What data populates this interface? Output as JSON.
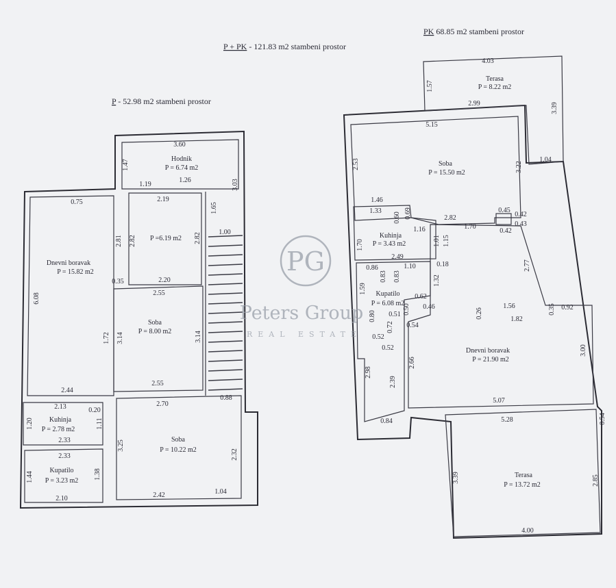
{
  "headers": {
    "total_prefix": "P + PK",
    "total_rest": " - 121.83 m2 stambeni prostor",
    "ground_prefix": "P",
    "ground_rest": " - 52.98 m2 stambeni prostor",
    "upper_prefix": "PK",
    "upper_rest": " 68.85 m2 stambeni prostor"
  },
  "watermark": {
    "logo": "PG",
    "company": "Peters Group",
    "tagline": "REAL ESTATE"
  },
  "ground_floor": {
    "rooms": [
      {
        "name": "Hodnik",
        "area": "P = 6.74 m2"
      },
      {
        "name": "",
        "area": "P =6.19 m2"
      },
      {
        "name": "Dnevni boravak",
        "area": "P = 15.82 m2"
      },
      {
        "name": "Soba",
        "area": "P = 8.00 m2"
      },
      {
        "name": "Kuhinja",
        "area": "P = 2.78 m2"
      },
      {
        "name": "Soba",
        "area": "P = 10.22 m2"
      },
      {
        "name": "Kupatilo",
        "area": "P = 3.23 m2"
      }
    ],
    "dims": [
      "3.60",
      "1.47",
      "1.19",
      "1.26",
      "3.03",
      "1.65",
      "1.00",
      "0.75",
      "2.19",
      "2.81",
      "2.82",
      "2.82",
      "6.08",
      "0.35",
      "2.20",
      "2.55",
      "3.14",
      "3.14",
      "1.72",
      "2.44",
      "2.55",
      "2.13",
      "0.20",
      "2.70",
      "0.88",
      "1.20",
      "1.11",
      "2.33",
      "3.25",
      "2.32",
      "2.33",
      "1.44",
      "1.38",
      "2.10",
      "2.42",
      "1.04"
    ]
  },
  "upper_floor": {
    "rooms": [
      {
        "name": "Terasa",
        "area": "P = 8.22 m2"
      },
      {
        "name": "Soba",
        "area": "P = 15.50 m2"
      },
      {
        "name": "Kuhinja",
        "area": "P = 3.43 m2"
      },
      {
        "name": "Kupatilo",
        "area": "P = 6.08 m2"
      },
      {
        "name": "Dnevni boravak",
        "area": "P = 21.90 m2"
      },
      {
        "name": "Terasa",
        "area": "P = 13.72 m2"
      }
    ],
    "dims": [
      "4.03",
      "1.57",
      "2.99",
      "3.39",
      "5.15",
      "2.53",
      "3.22",
      "1.04",
      "1.46",
      "1.33",
      "0.60",
      "0.69",
      "0.45",
      "0.42",
      "2.82",
      "1.16",
      "1.70",
      "0.43",
      "0.42",
      "1.70",
      "1.01",
      "1.15",
      "2.49",
      "0.86",
      "1.10",
      "0.18",
      "0.83",
      "0.83",
      "2.77",
      "1.59",
      "1.32",
      "0.62",
      "1.56",
      "0.35",
      "0.92",
      "0.50",
      "0.46",
      "0.26",
      "1.82",
      "0.51",
      "0.80",
      "0.54",
      "0.72",
      "0.52",
      "0.52",
      "3.00",
      "2.66",
      "2.98",
      "2.39",
      "5.07",
      "0.84",
      "5.28",
      "0.54",
      "3.39",
      "2.85",
      "4.00"
    ]
  }
}
